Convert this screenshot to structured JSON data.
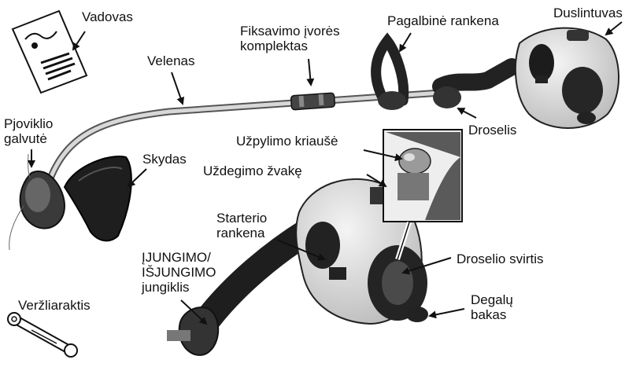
{
  "labels": {
    "vadovas": "Vadovas",
    "velenas": "Velenas",
    "fiksavimo": "Fiksavimo įvorės\nkomplektas",
    "pagalbine": "Pagalbinė rankena",
    "duslintuvas": "Duslintuvas",
    "pjoviklio": "Pjoviklio\ngalvutė",
    "skydas": "Skydas",
    "droselis": "Droselis",
    "uzpylimo": "Užpylimo kriaušė",
    "uzdegimo": "Uždegimo žvakę",
    "starterio": "Starterio\nrankena",
    "jungiklis": "ĮJUNGIMO/\nIŠJUNGIMO\njungiklis",
    "droselio_svirtis": "Droselio svirtis",
    "degalu": "Degalų\nbakas",
    "verzliaraktis": "Veržliaraktis"
  }
}
